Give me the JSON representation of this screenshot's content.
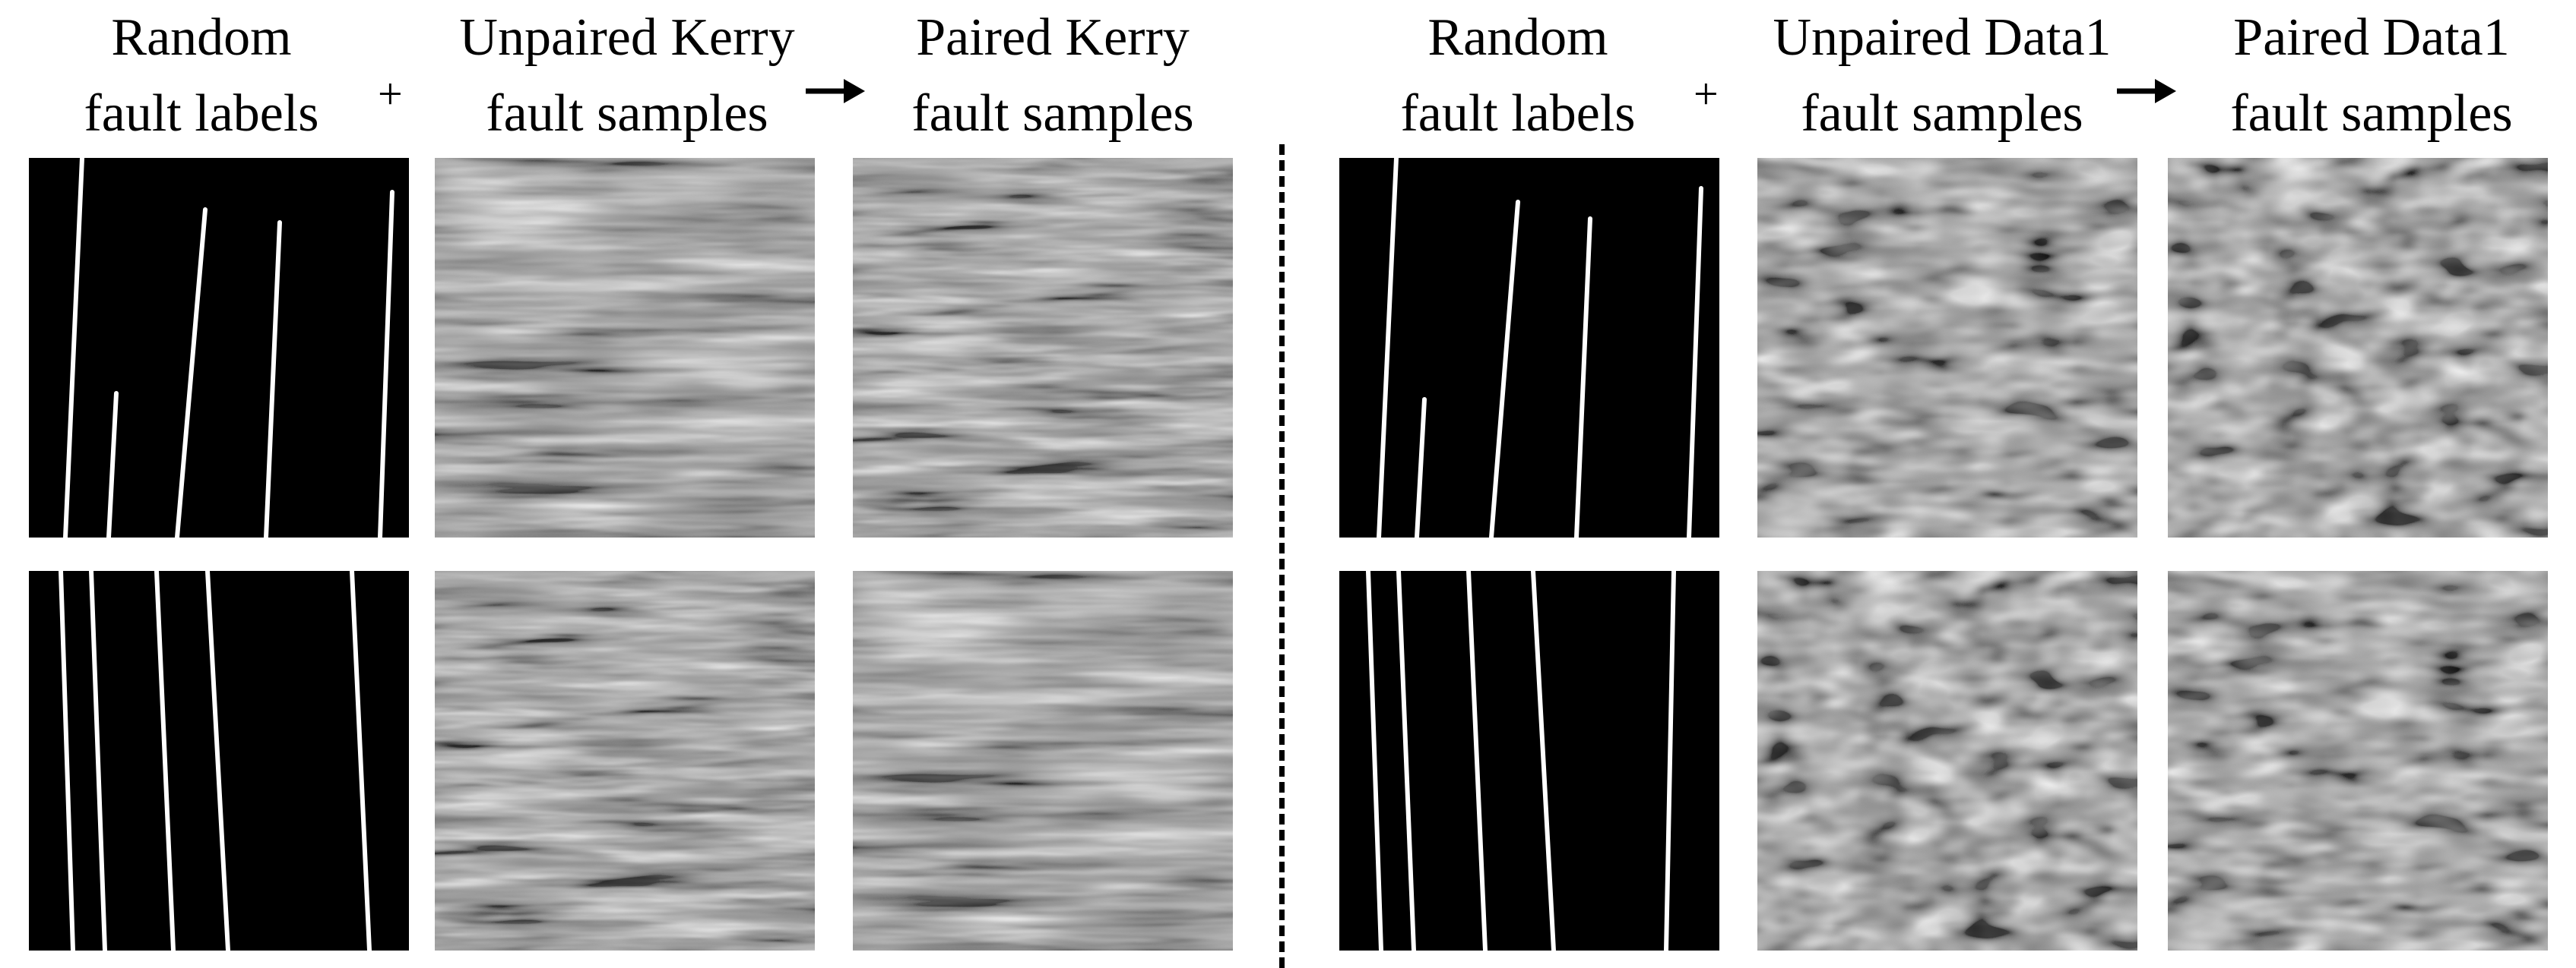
{
  "left_group": {
    "col1_header": [
      "Random",
      "fault labels"
    ],
    "col2_header": [
      "Unpaired Kerry",
      "fault samples"
    ],
    "col3_header": [
      "Paired Kerry",
      "fault samples"
    ],
    "plus_symbol": "+",
    "arrow_symbol": "→"
  },
  "right_group": {
    "col1_header": [
      "Random",
      "fault labels"
    ],
    "col2_header": [
      "Unpaired Data1",
      "fault samples"
    ],
    "col3_header": [
      "Paired Data1",
      "fault samples"
    ],
    "plus_symbol": "+",
    "arrow_symbol": "→"
  },
  "colors": {
    "label_background": "#000000",
    "fault_line": "#ffffff",
    "kerry_base": "#8c8c8c",
    "data1_base": "#909090"
  },
  "icons": [
    "plus-icon",
    "right-arrow-icon",
    "dashed-divider"
  ]
}
